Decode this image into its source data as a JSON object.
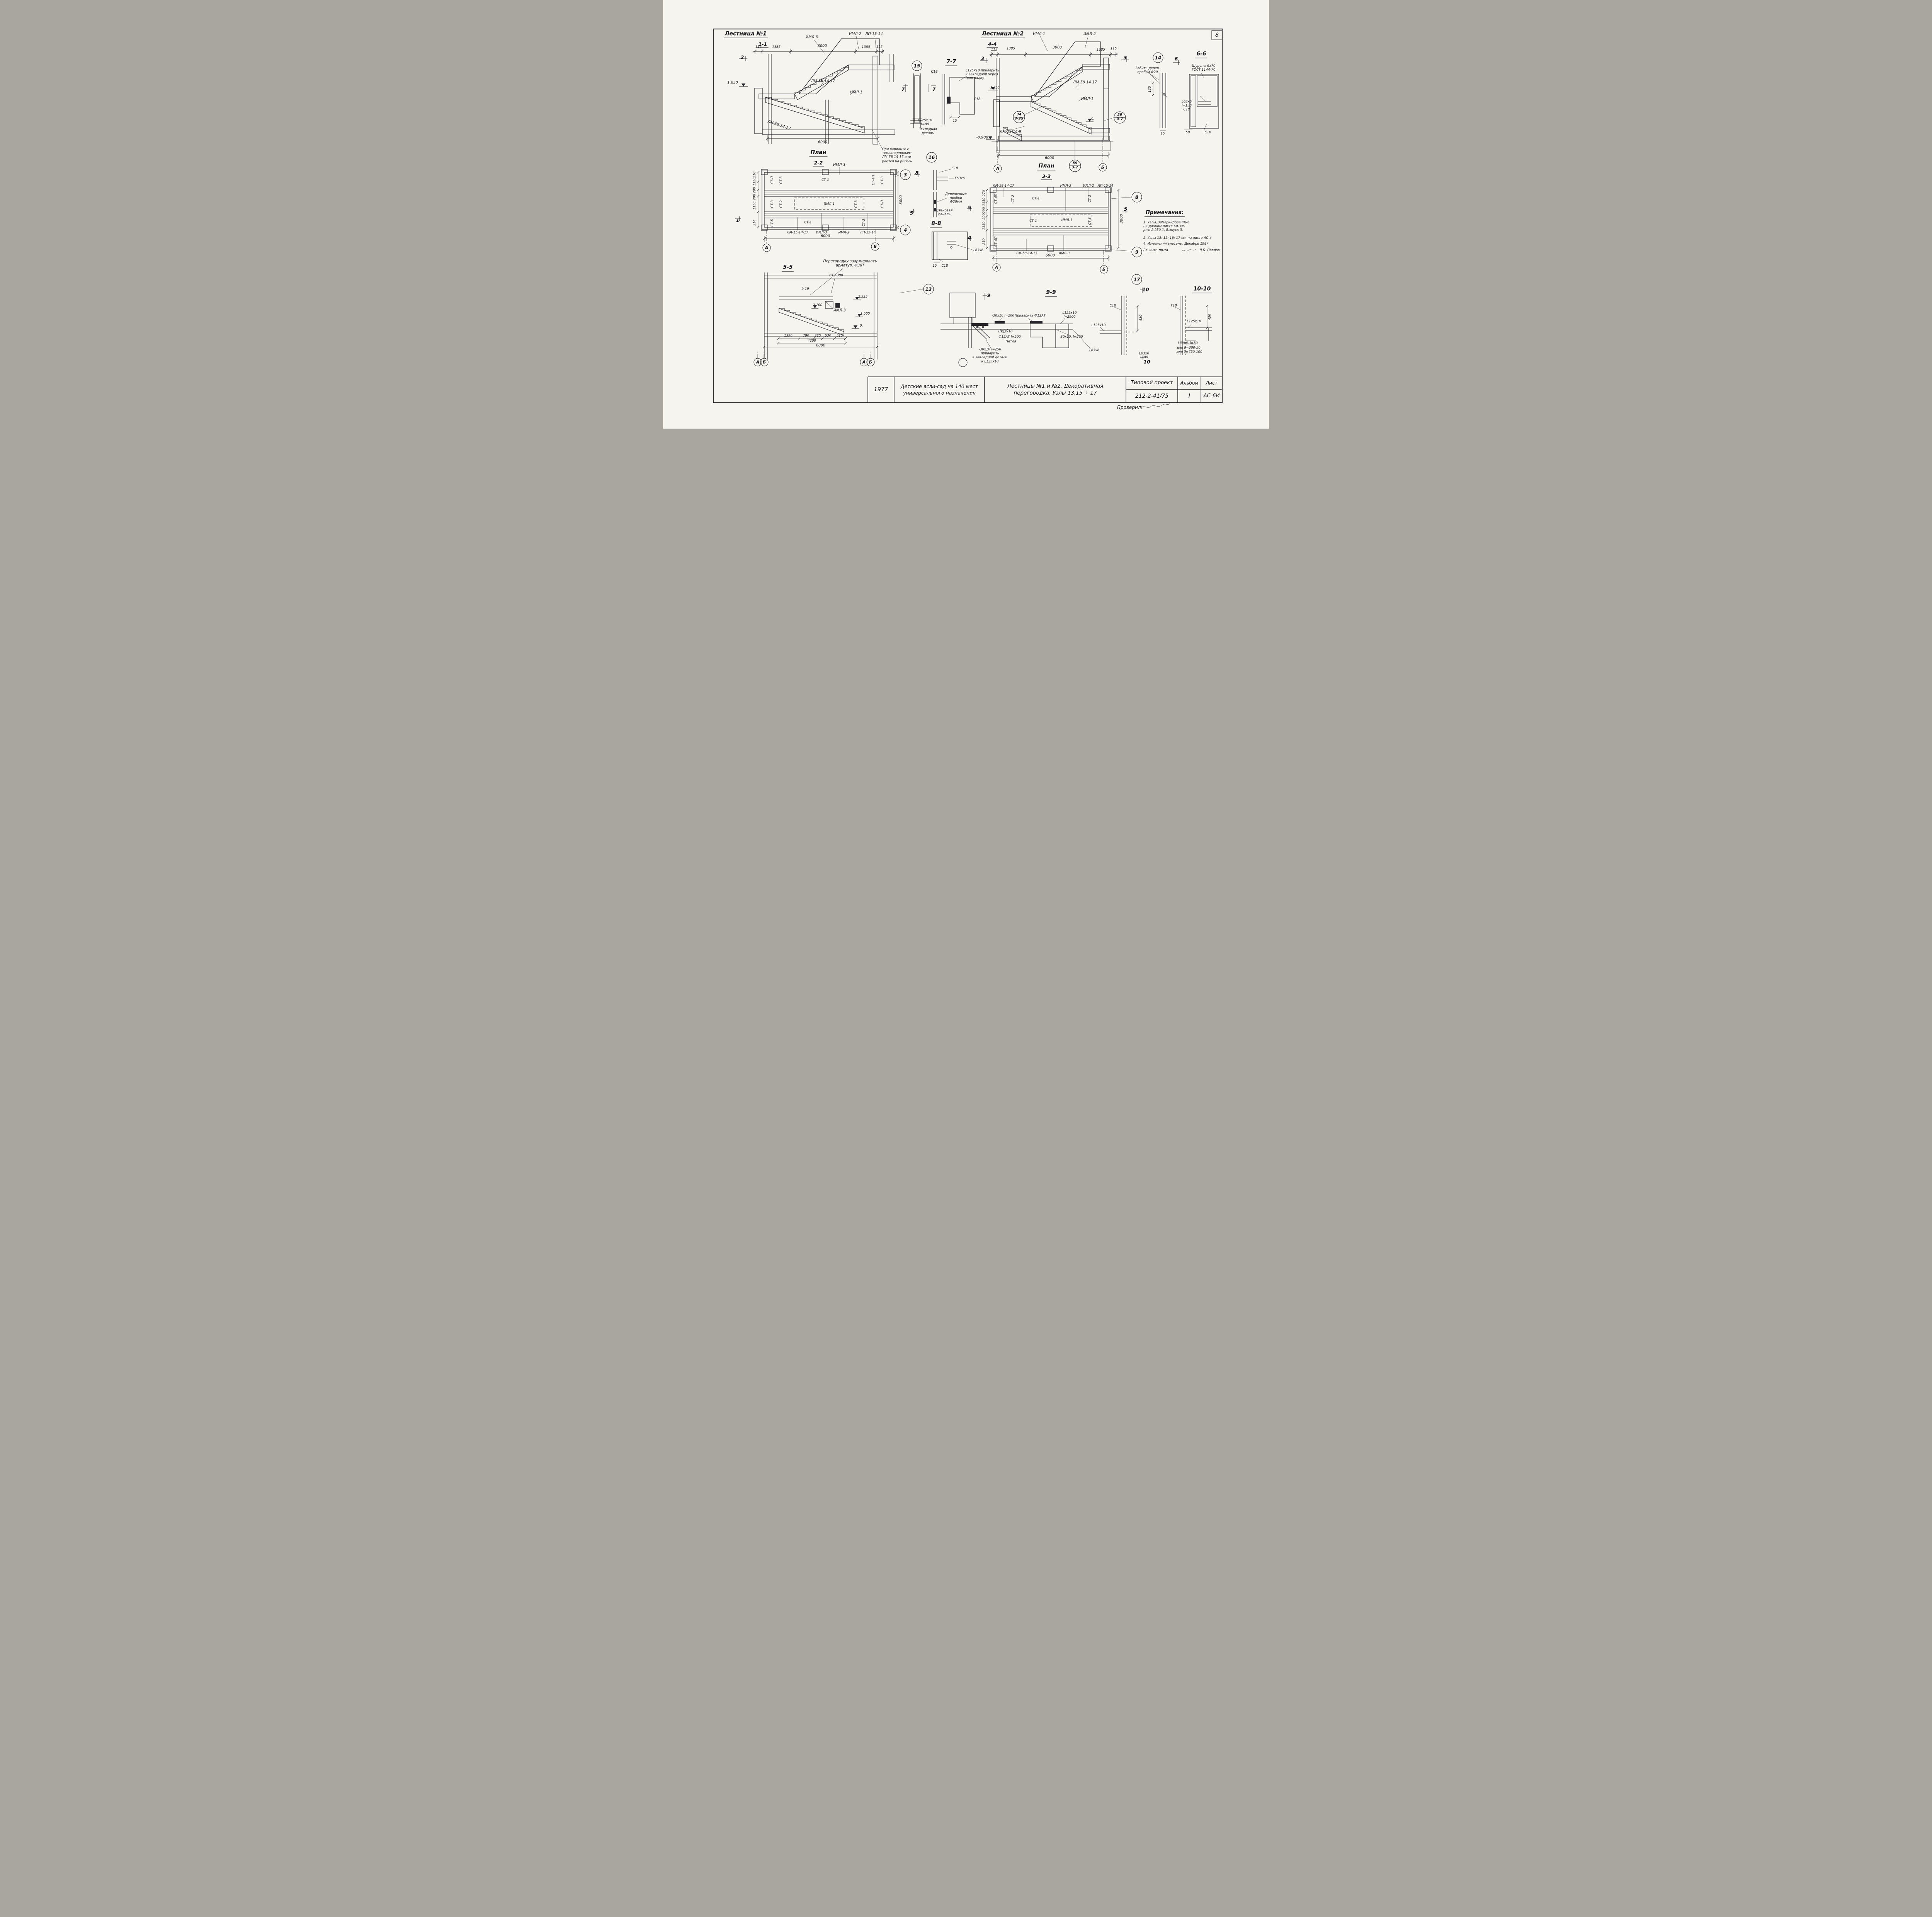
{
  "sheet": {
    "page_number": "8",
    "checked_label": "Проверил:"
  },
  "titleblock": {
    "year": "1977",
    "project": "Детские ясли-сад на 140 мест\nуниверсального назначения",
    "sheet_title": "Лестницы №1 и №2. Декоративная\nперегородка. Узлы 13,15 ÷ 17",
    "doc_label": "Типовой проект",
    "doc_number": "212-2-41/75",
    "album_label": "Альбом",
    "album_value": "I",
    "list_label": "Лист",
    "list_value": "АС-6И"
  },
  "stair1": {
    "title": "Лестница №1",
    "section": "1-1",
    "iml3": "ИМЛ-3",
    "iml2": "ИМЛ-2",
    "lp": "ЛП-15-14",
    "lm_upper": "ЛМ-58-14-17",
    "iml1": "ИМЛ-1",
    "lm_lower": "ЛМ-58-14-17",
    "elev": "1.650",
    "d1": "115",
    "d2": "1385",
    "d3": "3000",
    "d4": "1385",
    "d5": "115",
    "d6": "6000",
    "mark2": "2",
    "note": "При варианте с\nтеплоподпольем\nЛМ-58-14-17 опи-\nрается на ригель",
    "node15": "15",
    "node16": "16"
  },
  "node7": {
    "title": "7-7",
    "c18a": "С18",
    "c18b": "С18",
    "weld_note": "L125х10 приварить\nк закладной через\nпрокладку",
    "elev": "1.850",
    "mark7": "7",
    "d15": "15",
    "angle": "L125х10\nl=80",
    "emb": "Закладная\nдеталь"
  },
  "stair2": {
    "title": "Лестница №2",
    "section": "4-4",
    "iml1top": "ИМЛ-1",
    "iml2": "ИМЛ-2",
    "lm_upper": "ЛМ-58-14-17",
    "iml1": "ИМЛ-1",
    "lm29": "ЛМ-29-14-9",
    "zero": "0.",
    "elev": "-0.900",
    "d1": "115",
    "d2": "1385",
    "d3": "3000",
    "d4": "1385",
    "d5": "115",
    "d6": "6000",
    "mark3": "3",
    "n34": "34",
    "n34b": "3-35",
    "n29": "29",
    "n29b": "3-7",
    "n59": "59",
    "n59b": "3-7",
    "axisA": "А",
    "axisB": "Б",
    "plan_word": "План",
    "plan_sec": "3-3"
  },
  "node6": {
    "n14": "14",
    "mark6": "6",
    "title": "6-6",
    "plug_note": "Забить дерев.\nпробки Ф20",
    "screw_note": "Шурупы 6х70\nГОСТ 1144-70",
    "angle": "L63х6\nl=150\nС18",
    "d120": "120",
    "d15": "15",
    "d50": "50",
    "c18": "С18"
  },
  "plan22": {
    "word": "План",
    "sec": "2-2",
    "iml3": "ИМЛ-3",
    "dims_left": [
      "210",
      "1150",
      "290",
      "200",
      "1150",
      "214"
    ],
    "d3000": "3000",
    "d6000": "6000",
    "cells": [
      "СТ-П",
      "СТ-3",
      "СТ-1",
      "СТ-4П",
      "СТ-3",
      "СТ-2",
      "ИМЛ-1",
      "СТ-3",
      "СТ-3",
      "СТ-П",
      "СТ-1",
      "СТ-3",
      "СТ-П"
    ],
    "bottom": [
      "ЛМ-15-14-17",
      "ИМЛ-3",
      "ИМЛ-2",
      "ЛП-15-14"
    ],
    "axisA": "А",
    "axisB": "Б",
    "n3": "3",
    "n4": "4",
    "mark1": "1",
    "mark5": "5"
  },
  "node8": {
    "c18top": "С18",
    "angle_top": "L63х6",
    "mark8": "8",
    "mark5": "5",
    "mark4": "4",
    "plugs": "Деревянные\nпробки\nФ20мм",
    "panel": "Стеновая\nпанель",
    "title": "8-8",
    "angle": "L63х6",
    "d15": "15",
    "c18": "С18"
  },
  "plan33": {
    "top": [
      "ЛМ-58-14-17",
      "ИМЛ-3",
      "ИМЛ-2",
      "ЛП-15-14"
    ],
    "dims_left": [
      "270",
      "1150",
      "290",
      "200",
      "1150",
      "210"
    ],
    "d3000": "3000",
    "d6000": "6000",
    "cells": [
      "СТ-4П",
      "СТ-2",
      "СТ-1",
      "ИМЛ-1",
      "СТ-1",
      "СТ-3",
      "СТ-3",
      "СТ-4П"
    ],
    "bottom": [
      "ЛМ-58-14-17",
      "ИМЛ-3"
    ],
    "axisA": "А",
    "axisB": "Б",
    "n8": "8",
    "n9": "9",
    "mark5": "5"
  },
  "notes": {
    "title": "Примечания:",
    "n1": "1. Узлы, замаркированные\nна данном листе см. се-\nрию 2.250-1, Выпуск 3.",
    "n2": "2. Узлы 13; 15; 16; 17 см. на листе АС-4",
    "n3": "4. Изменения внесены. Декабрь 1987",
    "sig": "Гл. инж. пр-та",
    "sig_name": "Л.Б. Павлов"
  },
  "sec55": {
    "title": "5-5",
    "note": "Перегородку заармировать\nарматур. Ф38Т",
    "st3": "СТ3 380",
    "b19": "b-19",
    "e2325": "2.325",
    "e2100": "2.100",
    "e1500": "1.500",
    "e0": "0.",
    "iml3": "ИМЛ-3",
    "dims": [
      "1390",
      "790",
      "380",
      "530",
      "510"
    ],
    "d4200": "4200",
    "d6000": "6000",
    "axisA": "А",
    "axisB": "Б",
    "n13": "13"
  },
  "node9": {
    "title": "9-9",
    "mark9": "9",
    "t1": "-30х10 l=200",
    "t2": "Приварить Ф12АТ",
    "t3": "L125х10\nl=2900",
    "t4": "L125х10",
    "t5": "Ф12АТ l=200",
    "t6": "Петля",
    "t7": "-30х10, l=200",
    "t8": "-30х10 l=250\nприварить\nк закладной детали\nк L125х10",
    "t9": "L63х6"
  },
  "node10": {
    "n17": "17",
    "mark10": "10",
    "title": "10-10",
    "c18": "С18",
    "g18": "Г18",
    "l125a": "L125х10",
    "l125b": "L125х10",
    "d430a": "430",
    "d430b": "430",
    "angle_len": "L63х6, l=80",
    "delta1": "для δ=300-50",
    "delta2": "для δ=750-100",
    "angle2": "L63х6\nl=80",
    "mark10b": "10"
  }
}
